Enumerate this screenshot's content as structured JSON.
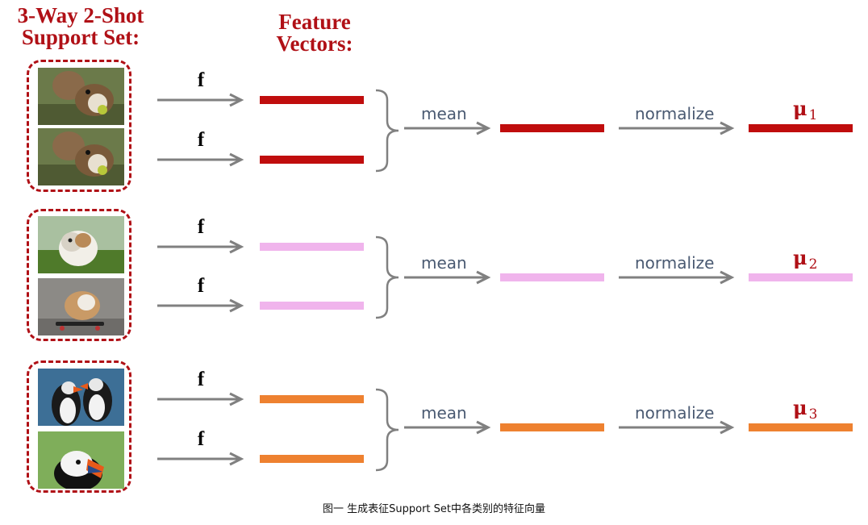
{
  "titles": {
    "support_line1": "3-Way 2-Shot",
    "support_line2": "Support Set:",
    "feature_line1": "Feature",
    "feature_line2": "Vectors:"
  },
  "labels": {
    "encoder": "f",
    "mean": "mean",
    "normalize": "normalize"
  },
  "classes": [
    {
      "name": "squirrel",
      "color": "#c00d0d",
      "mu_symbol": "μ",
      "mu_index": "1",
      "images": [
        "squirrel-photo",
        "squirrel-photo"
      ]
    },
    {
      "name": "bulldog",
      "color": "#f0b4ec",
      "mu_symbol": "μ",
      "mu_index": "2",
      "images": [
        "bulldog-photo",
        "bulldog-on-skateboard-photo"
      ]
    },
    {
      "name": "puffin",
      "color": "#ee8130",
      "mu_symbol": "μ",
      "mu_index": "3",
      "images": [
        "puffins-photo",
        "puffin-photo"
      ]
    }
  ],
  "colors": {
    "accent": "#b01016",
    "arrow": "#808080",
    "brace": "#808080",
    "op_text": "#4a5a72"
  },
  "caption": "图一 生成表征Support Set中各类别的特征向量"
}
